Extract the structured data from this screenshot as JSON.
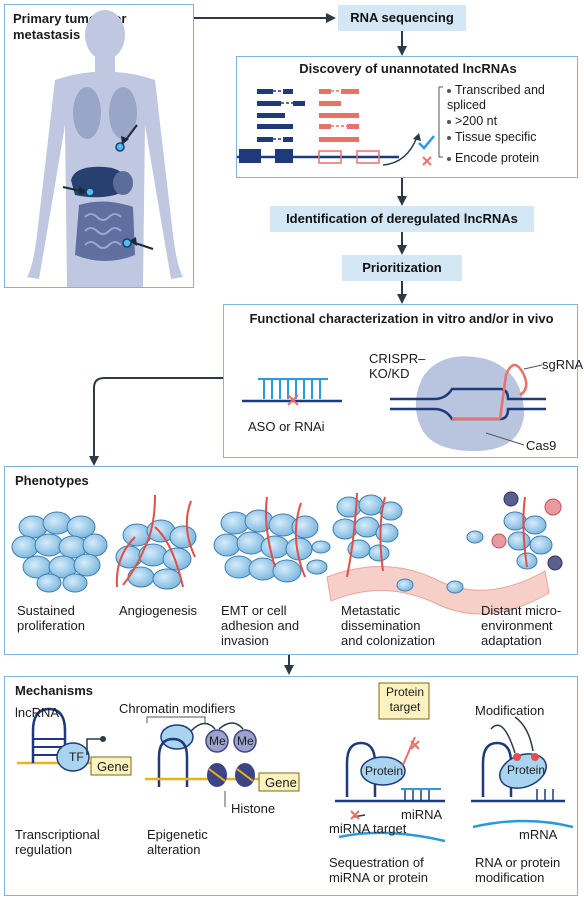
{
  "source": {
    "title": "Primary tumour or metastasis"
  },
  "steps": {
    "rna_seq": "RNA sequencing",
    "discovery": "Discovery of unannotated lncRNAs",
    "deregulated": "Identification of deregulated lncRNAs",
    "prioritization": "Prioritization",
    "functional": "Functional characterization in vitro and/or in vivo"
  },
  "criteria": {
    "transcribed": "Transcribed and spliced",
    "length": ">200 nt",
    "tissue": "Tissue specific",
    "protein": "Encode protein"
  },
  "functional": {
    "aso": "ASO or RNAi",
    "crispr": "CRISPR–KO/KD",
    "sgrna": "sgRNA",
    "cas9": "Cas9"
  },
  "phenotypes": {
    "title": "Phenotypes",
    "items": [
      "Sustained proliferation",
      "Angiogenesis",
      "EMT or cell adhesion and invasion",
      "Metastatic dissemination and colonization",
      "Distant micro-environment adaptation"
    ]
  },
  "mechanisms": {
    "title": "Mechanisms",
    "lncrna": "lncRNA",
    "tf": "TF",
    "gene": "Gene",
    "chromatin": "Chromatin modifiers",
    "me": "Me",
    "histone": "Histone",
    "protein_target": "Protein target",
    "protein": "Protein",
    "mirna": "miRNA",
    "mirna_target": "miRNA target",
    "modification": "Modification",
    "mrna": "mRNA",
    "items": [
      "Transcriptional regulation",
      "Epigenetic alteration",
      "Sequestration of miRNA or protein",
      "RNA or protein modification"
    ]
  },
  "colors": {
    "panel_border": "#7fb4d6",
    "step_fill": "#d3e7f5",
    "navy": "#1f3a7a",
    "salmon": "#e8716a",
    "arrow": "#2b3a45",
    "cell": "#a9d4ef",
    "body": "#b9c4de"
  }
}
